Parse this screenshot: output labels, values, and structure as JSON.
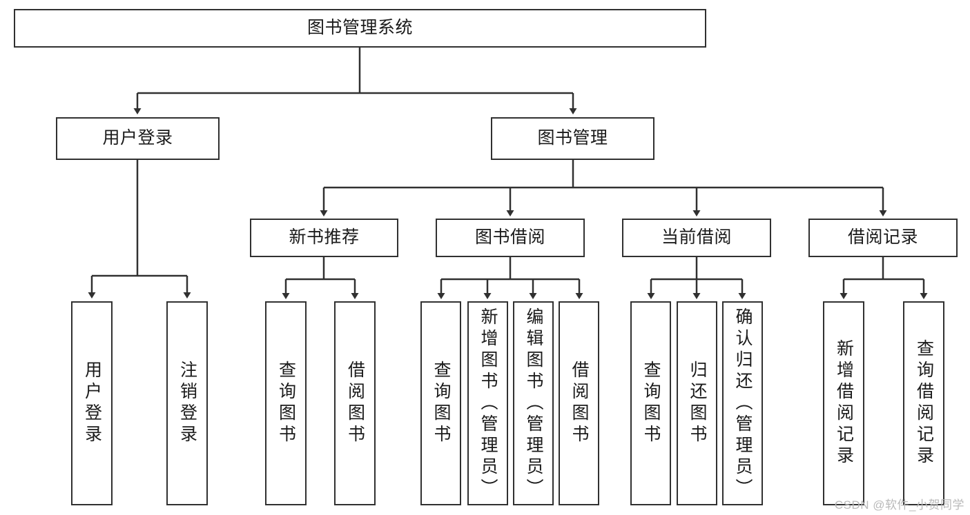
{
  "diagram": {
    "title": "图书管理系统",
    "type": "tree-hierarchy-diagram",
    "colors": {
      "stroke": "#303030",
      "fill": "#ffffff",
      "text": "#1a1a1a",
      "watermark": "#b9b9b9"
    },
    "root": {
      "label": "图书管理系统"
    },
    "level1": [
      {
        "label": "用户登录"
      },
      {
        "label": "图书管理"
      }
    ],
    "level2": [
      {
        "label": "新书推荐"
      },
      {
        "label": "图书借阅"
      },
      {
        "label": "当前借阅"
      },
      {
        "label": "借阅记录"
      }
    ],
    "leaves": {
      "user_login": [
        {
          "label": "用户登录"
        },
        {
          "label": "注销登录"
        }
      ],
      "new_book_recommend": [
        {
          "label": "查询图书"
        },
        {
          "label": "借阅图书"
        }
      ],
      "book_borrow": [
        {
          "label": "查询图书"
        },
        {
          "label": "新增图书（管理员）"
        },
        {
          "label": "编辑图书（管理员）"
        },
        {
          "label": "借阅图书"
        }
      ],
      "current_borrow": [
        {
          "label": "查询图书"
        },
        {
          "label": "归还图书"
        },
        {
          "label": "确认归还（管理员）"
        }
      ],
      "borrow_record": [
        {
          "label": "新增借阅记录"
        },
        {
          "label": "查询借阅记录"
        }
      ]
    }
  },
  "watermark": {
    "text": "CSDN @软件_小贺同学"
  }
}
